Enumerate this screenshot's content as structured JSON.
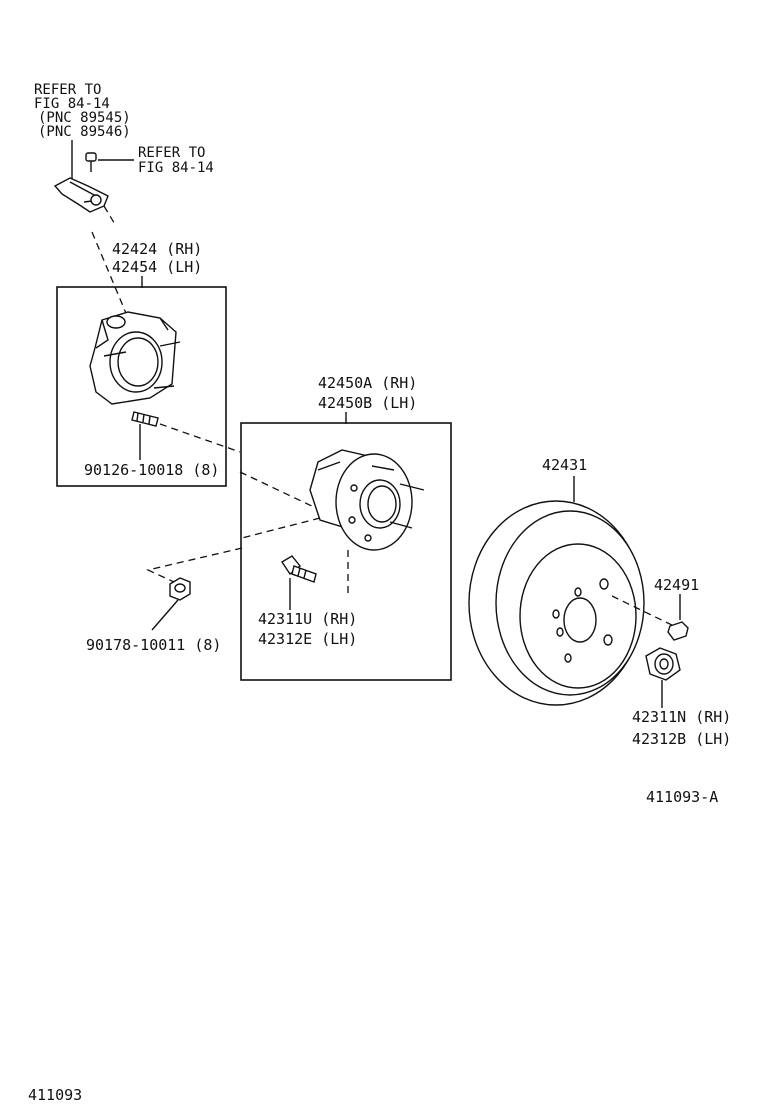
{
  "diagram": {
    "labels": {
      "refer_to_1": "REFER TO",
      "fig_1": "FIG 84-14",
      "pnc_1": "(PNC 89545)",
      "pnc_2": "(PNC 89546)",
      "refer_to_2": "REFER TO",
      "fig_2": "FIG 84-14",
      "knuckle_rh": "42424 (RH)",
      "knuckle_lh": "42454 (LH)",
      "stud_bolt": "90126-10018 (8)",
      "hub_rh": "42450A (RH)",
      "hub_lh": "42450B (LH)",
      "hub_bolt_rh": "42311U (RH)",
      "hub_bolt_lh": "42312E (LH)",
      "nut": "90178-10011 (8)",
      "disc": "42431",
      "plug": "42491",
      "wheel_nut_rh": "42311N (RH)",
      "wheel_nut_lh": "42312B (LH)",
      "fig_code": "411093-A",
      "page_code": "411093"
    }
  }
}
